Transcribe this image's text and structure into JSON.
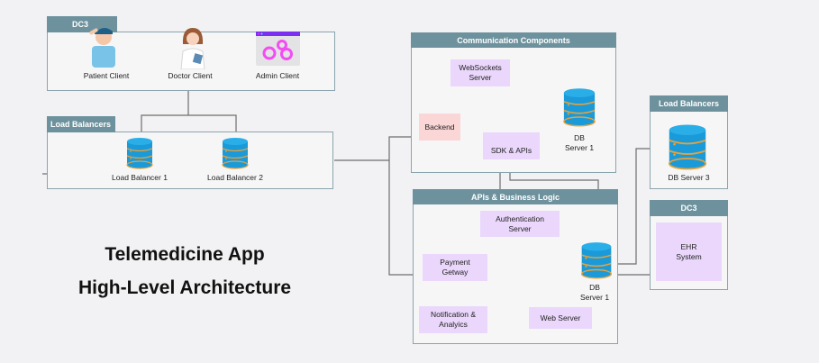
{
  "title": {
    "line1": "Telemedicine App",
    "line2": "High-Level Architecture"
  },
  "clients_panel": {
    "tab": "DC3",
    "items": [
      {
        "label": "Patient Client",
        "icon": "patient-icon"
      },
      {
        "label": "Doctor Client",
        "icon": "doctor-icon"
      },
      {
        "label": "Admin Client",
        "icon": "gears-window-icon"
      }
    ]
  },
  "load_balancers_panel": {
    "tab": "Load Balancers",
    "items": [
      {
        "label": "Load Balancer 1",
        "icon": "database-icon"
      },
      {
        "label": "Load Balancer 2",
        "icon": "database-icon"
      }
    ]
  },
  "communication_panel": {
    "tab": "Communication Components",
    "nodes": {
      "websockets": "WebSockets\nServer",
      "backend": "Backend",
      "sdk": "SDK & APIs",
      "db": "DB\nServer 1"
    }
  },
  "business_panel": {
    "tab": "APIs & Business Logic",
    "nodes": {
      "auth": "Authentication\nServer",
      "payment": "Payment\nGetway",
      "notification": "Notification &\nAnalyics",
      "web": "Web Server",
      "db": "DB\nServer 1"
    }
  },
  "db3_panel": {
    "tab": "Load Balancers",
    "label": "DB Server 3"
  },
  "ehr_panel": {
    "tab": "DC3",
    "label": "EHR\nSystem"
  },
  "colors": {
    "background": "#f2f2f4",
    "panel_border": "#8aa4ae",
    "tab": "#6d929d",
    "node": "#ead7fb",
    "backend_node": "#fbd6d6",
    "db_blue": "#1a9ad9",
    "db_ring": "#e8a23a",
    "line": "#6e6e6e"
  }
}
